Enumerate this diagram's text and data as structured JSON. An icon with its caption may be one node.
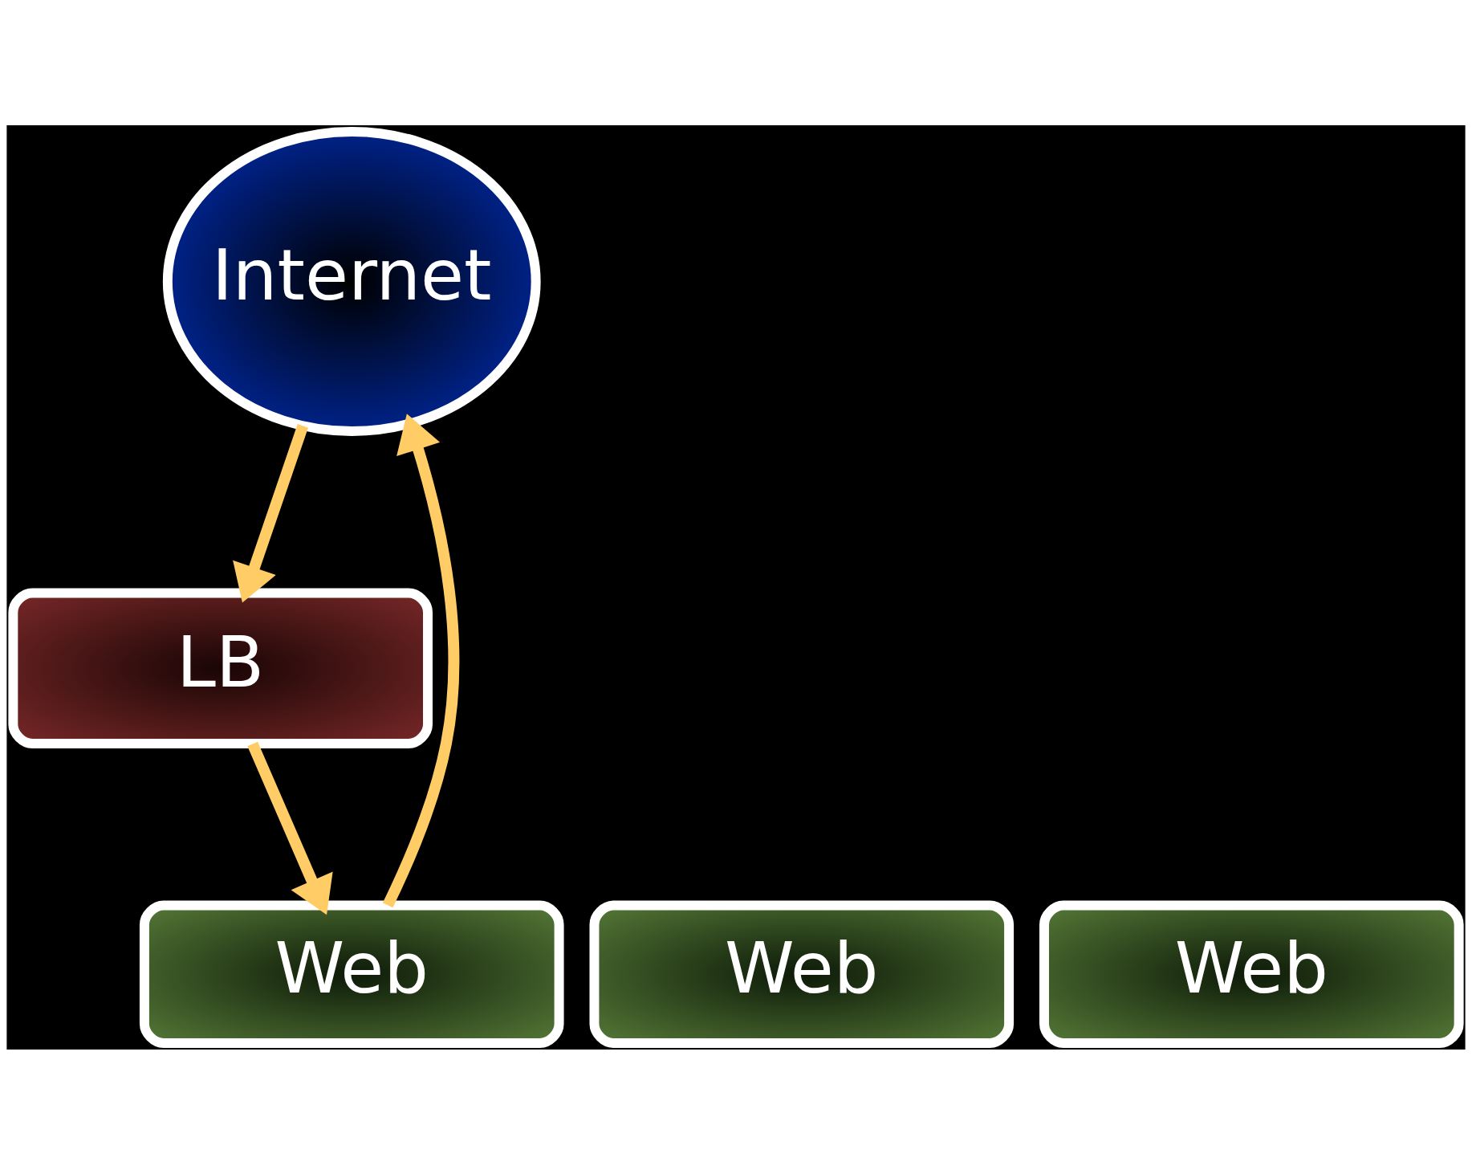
{
  "diagram": {
    "nodes": [
      {
        "text": [
          "Internet"
        ]
      },
      {
        "text": [
          "LB"
        ]
      },
      {
        "text": [
          "Web"
        ]
      },
      {
        "text": [
          "Web"
        ]
      },
      {
        "text": [
          "Web"
        ]
      }
    ],
    "edges": [
      {
        "from": 0,
        "to": 1,
        "arrow": "to"
      },
      {
        "from": 1,
        "to": 2,
        "arrow": "to"
      },
      {
        "from": 2,
        "to": 0,
        "arrow": "to"
      }
    ]
  }
}
